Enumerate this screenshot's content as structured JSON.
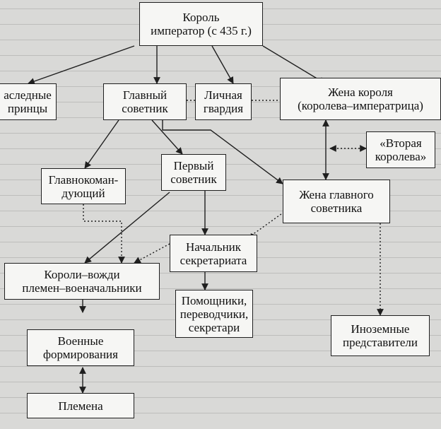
{
  "diagram": {
    "nodes": {
      "king": [
        "Король",
        "император (с 435 г.)"
      ],
      "heirs": [
        "аследные",
        "принцы"
      ],
      "chief_advisor": [
        "Главный",
        "советник"
      ],
      "guard": [
        "Личная",
        "гвардия"
      ],
      "queen": [
        "Жена короля",
        "(королева–императрица)"
      ],
      "second_queen": [
        "«Вторая",
        "королева»"
      ],
      "commander": [
        "Главнокоман-",
        "дующий"
      ],
      "first_advisor": [
        "Первый",
        "советник"
      ],
      "advisor_wife": [
        "Жена главного",
        "советника"
      ],
      "secretariat_head": [
        "Начальник",
        "секретариата"
      ],
      "tribal_kings": [
        "Короли–вожди",
        "племен–военачальники"
      ],
      "assistants": [
        "Помощники,",
        "переводчики,",
        "секретари"
      ],
      "military": [
        "Военные",
        "формирования"
      ],
      "foreign_reps": [
        "Иноземные",
        "представители"
      ],
      "tribes": [
        "Племена"
      ]
    }
  }
}
